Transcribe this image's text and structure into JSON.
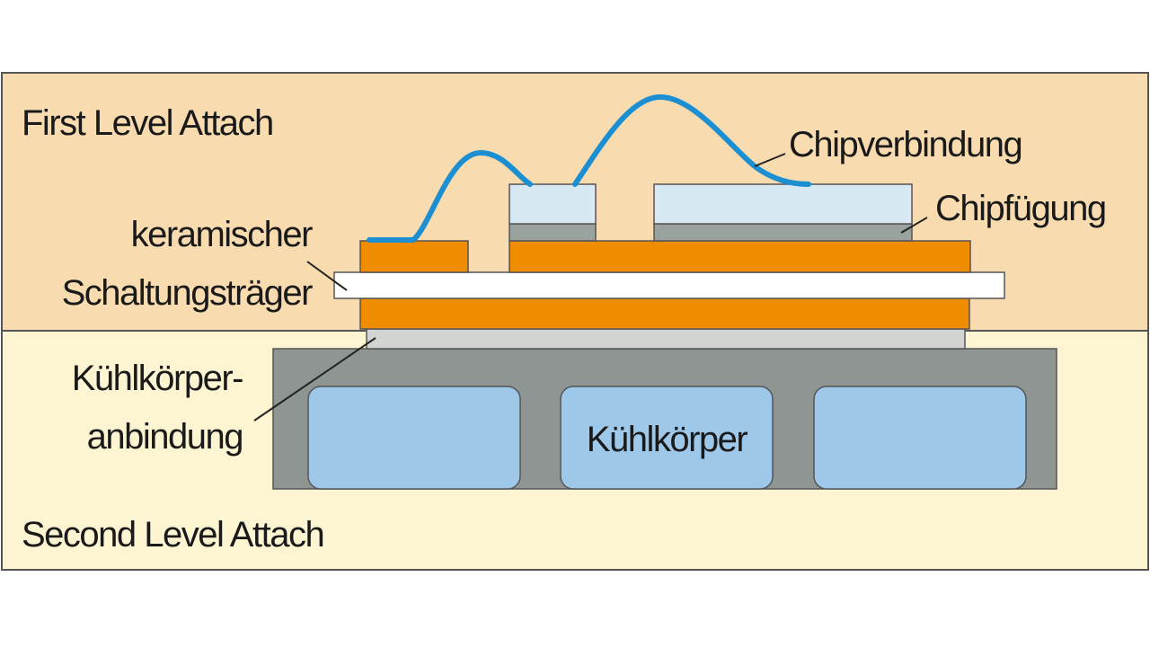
{
  "labels": {
    "first_level": "First Level Attach",
    "second_level": "Second Level Attach",
    "keramischer_line1": "keramischer",
    "keramischer_line2": "Schaltungsträger",
    "chipverbindung": "Chipverbindung",
    "chipfuegung": "Chipfügung",
    "kuehlkoerper_anbindung_line1": "Kühlkörper-",
    "kuehlkoerper_anbindung_line2": "anbindung",
    "kuehlkoerper": "Kühlkörper"
  },
  "colors": {
    "first_level_bg": "#f8dcb0",
    "second_level_bg": "#fdf5d2",
    "frame": "#555555",
    "copper": "#f08c00",
    "ceramic": "#ffffff",
    "chip": "#d9e9f3",
    "die_attach": "#9aa29e",
    "thermal_interface": "#d2d4d2",
    "heatsink": "#8f9592",
    "coolant_channel": "#9ec8ea",
    "bond_wire": "#1b8fd2",
    "leader": "#222222"
  }
}
